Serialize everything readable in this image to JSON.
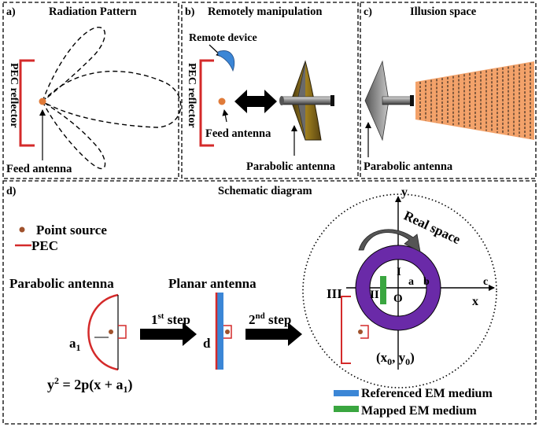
{
  "panels": {
    "a": {
      "label": "a)",
      "title": "Radiation Pattern",
      "reflector": "PEC reflector",
      "feed": "Feed antenna"
    },
    "b": {
      "label": "b)",
      "title": "Remotely manipulation",
      "remote": "Remote device",
      "reflector": "PEC reflector",
      "feed": "Feed antenna",
      "parabolic": "Parabolic antenna"
    },
    "c": {
      "label": "c)",
      "title": "Illusion space",
      "parabolic": "Parabolic antenna"
    },
    "d": {
      "label": "d)",
      "title": "Schematic diagram",
      "legend_point": "Point source",
      "legend_pec": "PEC",
      "parabolic_title": "Parabolic antenna",
      "planar_title": "Planar antenna",
      "step1": "1",
      "step1_sup": "st",
      "step1_word": " step",
      "step2": "2",
      "step2_sup": "nd",
      "step2_word": " step",
      "a1_base": "a",
      "a1_sub": "1",
      "d_label": "d",
      "eq_y": "y",
      "eq_exp": "2",
      "eq_mid": " = 2p(x + a",
      "eq_sub": "1",
      "eq_end": ")",
      "axis_x": "x",
      "axis_y": "y",
      "real_space": "Real space",
      "region_I": "I",
      "region_II": "II",
      "region_III": "III",
      "origin": "O",
      "rad_a": "a",
      "rad_b": "b",
      "rad_c": "c",
      "coord_open": "(x",
      "coord_sub0": "0",
      "coord_mid": ", y",
      "coord_sub1": "0",
      "coord_close": ")",
      "legend_ref": "Referenced EM medium",
      "legend_map": "Mapped EM medium"
    },
    "colors": {
      "pec": "#d42a2a",
      "source": "#e07b39",
      "ring": "#6a2aa8",
      "ref": "#3b86d6",
      "mapped": "#3aa640",
      "illusion": "#f3a26a"
    }
  }
}
